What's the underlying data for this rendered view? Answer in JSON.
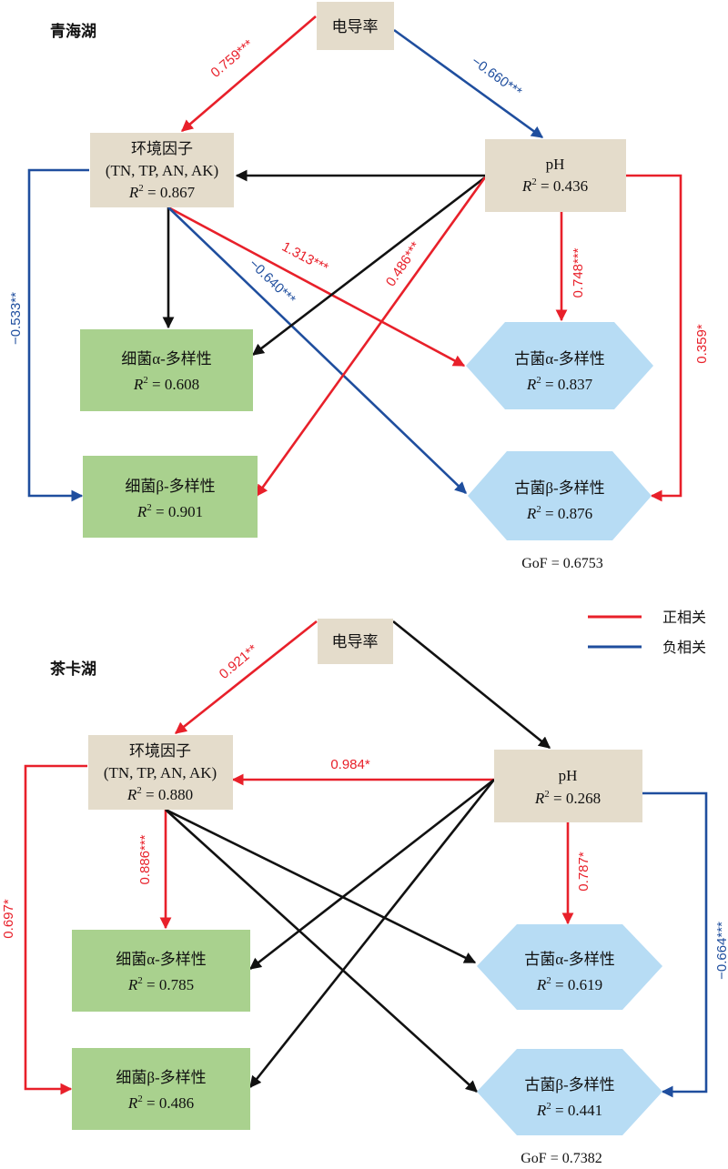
{
  "colors": {
    "positive": "#e8202a",
    "negative": "#1f4e9e",
    "neutral": "#111111",
    "tan_box": "#e4dccb",
    "green_box": "#a9d18e",
    "blue_hex": "#b7dcf4"
  },
  "legend": {
    "positive_label": "正相关",
    "negative_label": "负相关"
  },
  "panels": [
    {
      "lake": "青海湖",
      "nodes": {
        "ec": {
          "label": "电导率"
        },
        "env": {
          "line1": "环境因子",
          "line2": "(TN, TP, AN, AK)",
          "r2": "0.867"
        },
        "ph": {
          "line1": "pH",
          "r2": "0.436"
        },
        "ba": {
          "line1": "细菌α-多样性",
          "r2": "0.608"
        },
        "bb": {
          "line1": "细菌β-多样性",
          "r2": "0.901"
        },
        "aa": {
          "line1": "古菌α-多样性",
          "r2": "0.837"
        },
        "ab": {
          "line1": "古菌β-多样性",
          "r2": "0.876"
        }
      },
      "paths": [
        {
          "from": "电导率",
          "to": "环境因子",
          "sign": "positive",
          "coef": "0.759***"
        },
        {
          "from": "电导率",
          "to": "pH",
          "sign": "negative",
          "coef": "−0.660***"
        },
        {
          "from": "pH",
          "to": "环境因子",
          "sign": "neutral",
          "coef": ""
        },
        {
          "from": "环境因子",
          "to": "细菌β-多样性",
          "sign": "negative",
          "coef": "−0.533**"
        },
        {
          "from": "环境因子",
          "to": "细菌α-多样性",
          "sign": "neutral",
          "coef": ""
        },
        {
          "from": "环境因子",
          "to": "古菌α-多样性",
          "sign": "positive",
          "coef": "1.313***"
        },
        {
          "from": "环境因子",
          "to": "古菌β-多样性",
          "sign": "negative",
          "coef": "−0.640***"
        },
        {
          "from": "pH",
          "to": "细菌α-多样性",
          "sign": "neutral",
          "coef": ""
        },
        {
          "from": "pH",
          "to": "细菌β-多样性",
          "sign": "positive",
          "coef": "0.486***"
        },
        {
          "from": "pH",
          "to": "古菌α-多样性",
          "sign": "positive",
          "coef": "0.748***"
        },
        {
          "from": "pH",
          "to": "古菌β-多样性",
          "sign": "positive",
          "coef": "0.359*"
        }
      ],
      "gof": "GoF = 0.6753"
    },
    {
      "lake": "茶卡湖",
      "nodes": {
        "ec": {
          "label": "电导率"
        },
        "env": {
          "line1": "环境因子",
          "line2": "(TN, TP, AN, AK)",
          "r2": "0.880"
        },
        "ph": {
          "line1": "pH",
          "r2": "0.268"
        },
        "ba": {
          "line1": "细菌α-多样性",
          "r2": "0.785"
        },
        "bb": {
          "line1": "细菌β-多样性",
          "r2": "0.486"
        },
        "aa": {
          "line1": "古菌α-多样性",
          "r2": "0.619"
        },
        "ab": {
          "line1": "古菌β-多样性",
          "r2": "0.441"
        }
      },
      "paths": [
        {
          "from": "电导率",
          "to": "环境因子",
          "sign": "positive",
          "coef": "0.921**"
        },
        {
          "from": "电导率",
          "to": "pH",
          "sign": "neutral",
          "coef": ""
        },
        {
          "from": "pH",
          "to": "环境因子",
          "sign": "positive",
          "coef": "0.984*"
        },
        {
          "from": "环境因子",
          "to": "细菌β-多样性",
          "sign": "positive",
          "coef": "0.697*"
        },
        {
          "from": "环境因子",
          "to": "细菌α-多样性",
          "sign": "positive",
          "coef": "0.886***"
        },
        {
          "from": "环境因子",
          "to": "古菌α-多样性",
          "sign": "neutral",
          "coef": ""
        },
        {
          "from": "环境因子",
          "to": "古菌β-多样性",
          "sign": "neutral",
          "coef": ""
        },
        {
          "from": "pH",
          "to": "细菌α-多样性",
          "sign": "neutral",
          "coef": ""
        },
        {
          "from": "pH",
          "to": "细菌β-多样性",
          "sign": "neutral",
          "coef": ""
        },
        {
          "from": "pH",
          "to": "古菌α-多样性",
          "sign": "positive",
          "coef": "0.787*"
        },
        {
          "from": "pH",
          "to": "古菌β-多样性",
          "sign": "negative",
          "coef": "−0.664***"
        }
      ],
      "gof": "GoF = 0.7382"
    }
  ]
}
